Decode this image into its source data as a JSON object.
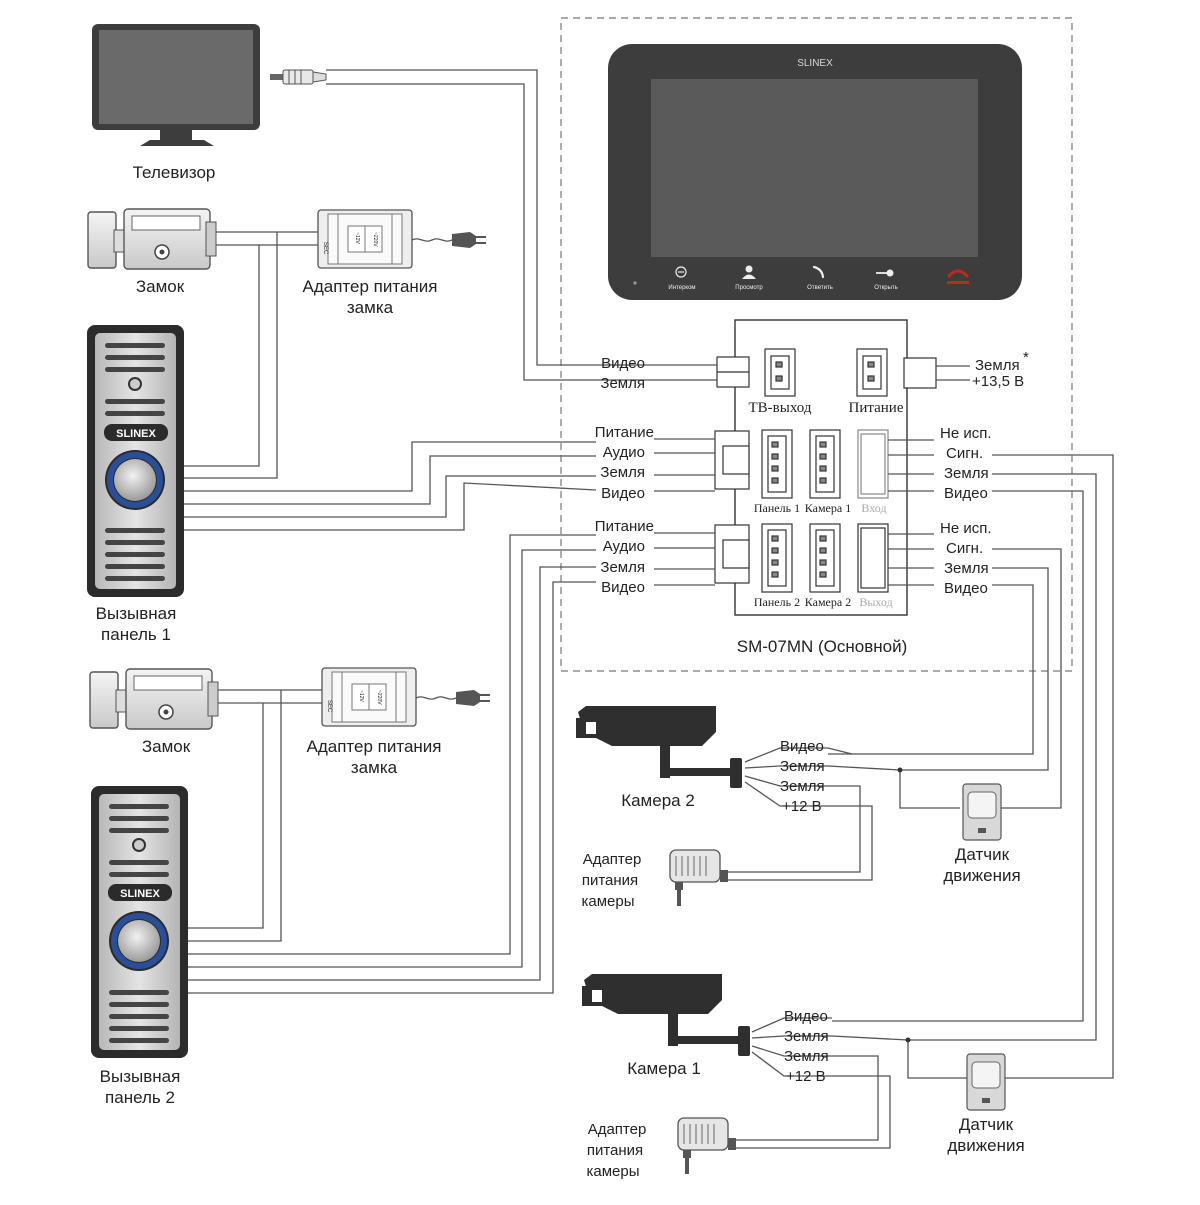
{
  "labels": {
    "tv": "Телевизор",
    "lock": "Замок",
    "adapter_lock_line1": "Адаптер питания",
    "adapter_lock_line2": "замка",
    "panel1_line1": "Вызывная",
    "panel1_line2": "панель 1",
    "panel2_line1": "Вызывная",
    "panel2_line2": "панель 2",
    "monitor_caption": "SM-07MN (Основной)",
    "camera1": "Камера 1",
    "camera2": "Камера 2",
    "cam_adapter_line1": "Адаптер",
    "cam_adapter_line2": "питания",
    "cam_adapter_line3": "камеры",
    "motion_line1": "Датчик",
    "motion_line2": "движения",
    "asterisk": "*"
  },
  "brand": "SLINEX",
  "monitor_buttons": [
    "Интерком",
    "Просмотр",
    "Ответить",
    "Открыть",
    ""
  ],
  "ports": {
    "tv_out": "ТВ-выход",
    "power": "Питание",
    "panel1": "Панель 1",
    "camera1": "Камера 1",
    "input": "Вход",
    "panel2": "Панель 2",
    "camera2": "Камера 2",
    "output": "Выход"
  },
  "wires": {
    "video": "Видео",
    "ground": "Земля",
    "power": "Питание",
    "audio": "Аудио",
    "not_used": "Не исп.",
    "signal": "Сигн.",
    "plus_13_5": "+13,5 В",
    "plus_12": "+12 В"
  },
  "adapter_marks": {
    "sec": "SEC",
    "out_voltage": "~12V",
    "in_voltage": "~220V"
  },
  "colors": {
    "wire": "#555555",
    "device_dark": "#3d3d3d",
    "screen": "#5a5a5a",
    "panel_body": "#cfcfcf",
    "panel_ring": "#2a4f9a",
    "hangup": "#c0281e",
    "dashed_frame": "#777777"
  }
}
